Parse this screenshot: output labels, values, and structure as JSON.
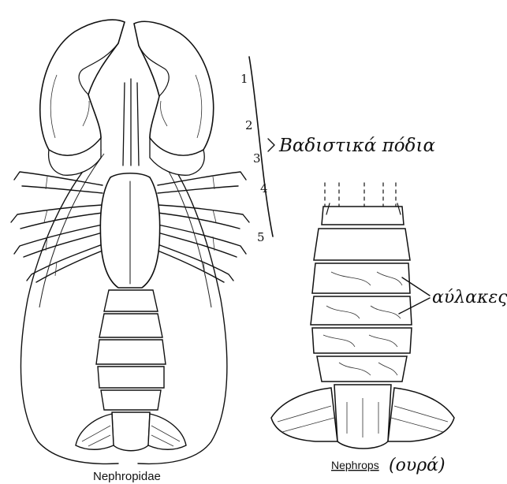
{
  "leg_numbers": [
    "1",
    "2",
    "3",
    "4",
    "5"
  ],
  "walking_legs_label": "Βαδιστικά πόδια",
  "grooves_label": "αύλακες",
  "left_caption": "Nephropidae",
  "right_caption_genus": "Nephrops",
  "right_caption_note": "(ουρά)",
  "ink_color": "#111111",
  "paper_color": "#ffffff"
}
